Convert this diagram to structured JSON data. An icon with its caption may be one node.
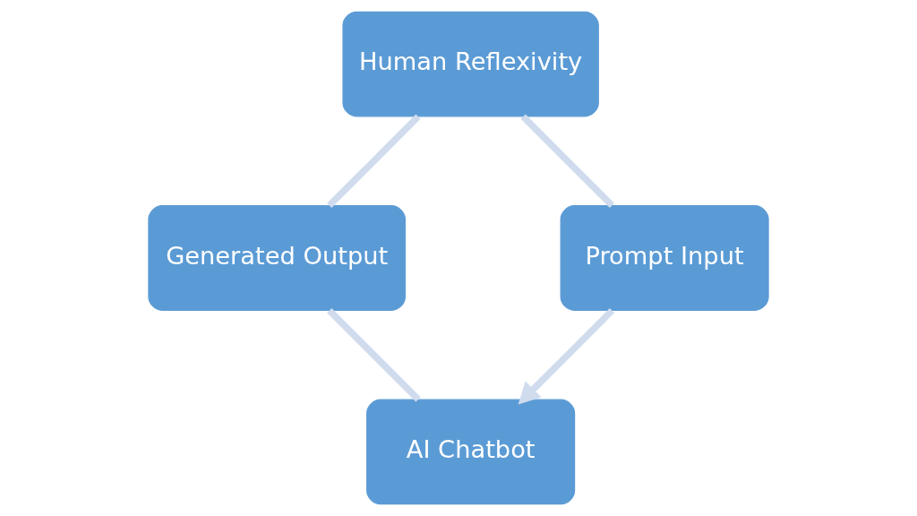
{
  "diagram": {
    "nodes": [
      {
        "text": [
          "AI Chatbot"
        ]
      },
      {
        "text": [
          "Generated Output"
        ]
      },
      {
        "text": [
          "Human Reflexivity"
        ]
      },
      {
        "text": [
          "Prompt Input"
        ]
      }
    ],
    "edges": [
      {
        "from": 0,
        "to": 1,
        "arrow": "none"
      },
      {
        "from": 1,
        "to": 2,
        "arrow": "none"
      },
      {
        "from": 2,
        "to": 3,
        "arrow": "none"
      },
      {
        "from": 3,
        "to": 0,
        "arrow": "to"
      }
    ]
  }
}
